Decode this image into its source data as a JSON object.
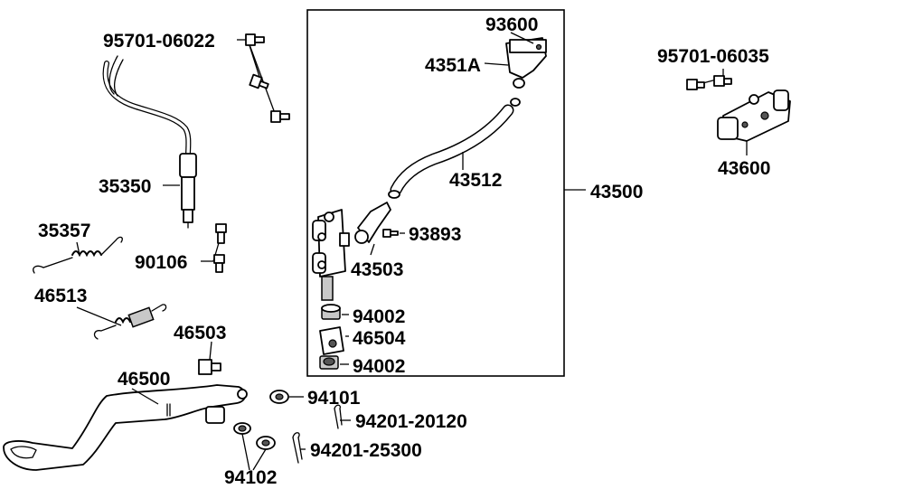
{
  "labels": {
    "l_95701_06022": "95701-06022",
    "l_35350": "35350",
    "l_35357": "35357",
    "l_90106": "90106",
    "l_46513": "46513",
    "l_46503": "46503",
    "l_46500": "46500",
    "l_93600": "93600",
    "l_4351A": "4351A",
    "l_43512": "43512",
    "l_43500": "43500",
    "l_93893": "93893",
    "l_43503": "43503",
    "l_94002_top": "94002",
    "l_46504": "46504",
    "l_94002_bottom": "94002",
    "l_94101": "94101",
    "l_94201_20120": "94201-20120",
    "l_94201_25300": "94201-25300",
    "l_94102": "94102",
    "l_95701_06035": "95701-06035",
    "l_43600": "43600"
  }
}
